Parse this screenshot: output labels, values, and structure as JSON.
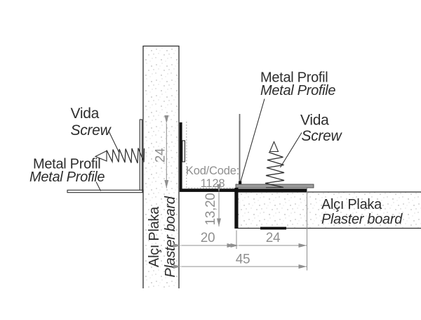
{
  "labels": {
    "vida_left": {
      "primary": "Vida",
      "secondary": "Screw"
    },
    "metal_profil_left": {
      "primary": "Metal Profil",
      "secondary": "Metal Profile"
    },
    "metal_profil_right": {
      "primary": "Metal Profil",
      "secondary": "Metal Profile"
    },
    "vida_right": {
      "primary": "Vida",
      "secondary": "Screw"
    },
    "plasterboard_vertical": {
      "primary": "Alçı Plaka",
      "secondary": "Plaster board"
    },
    "plasterboard_horizontal": {
      "primary": "Alçı Plaka",
      "secondary": "Plaster board"
    },
    "code": {
      "label": "Kod/Code:",
      "value": "1128"
    }
  },
  "dimensions": {
    "vertical_leg_height": "24",
    "drop_depth": "13,20",
    "left_span": "20",
    "right_span": "24",
    "total_span": "45"
  },
  "colors": {
    "background": "#ffffff",
    "ink": "#2d2d2d",
    "profile_black": "#111111",
    "dimension_gray": "#909090",
    "code_gray": "#8f8f8f",
    "flange_gray": "#9c9c9c",
    "stipple_gray": "#bdbdbd"
  }
}
